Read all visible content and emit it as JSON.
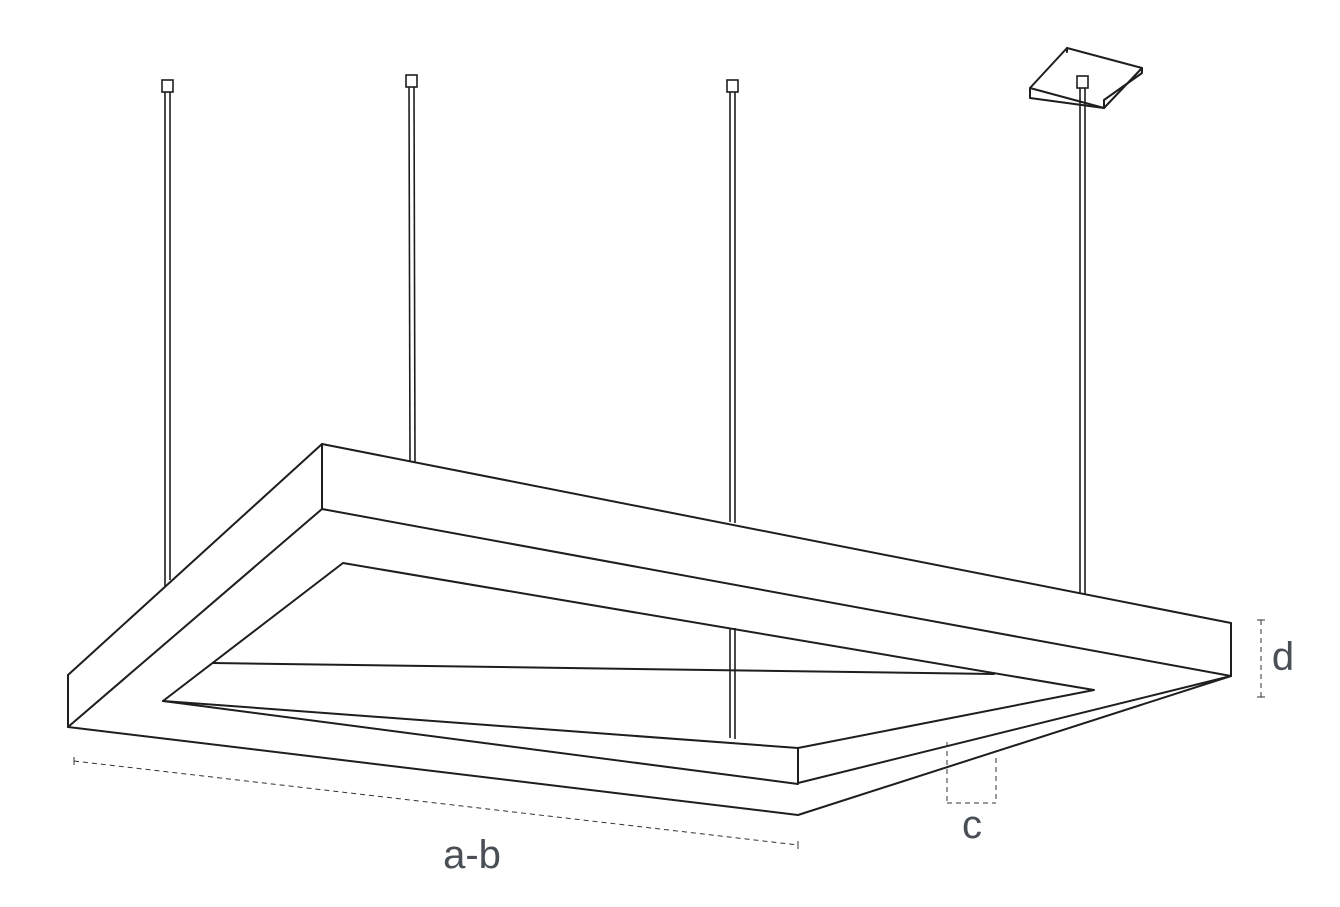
{
  "diagram": {
    "labels": {
      "length": "a-b",
      "profile_width": "c",
      "profile_height": "d"
    },
    "colors": {
      "line": "#1e1e1e",
      "dimension_line": "#333333",
      "label": "#4a4f55",
      "background": "#ffffff"
    }
  }
}
